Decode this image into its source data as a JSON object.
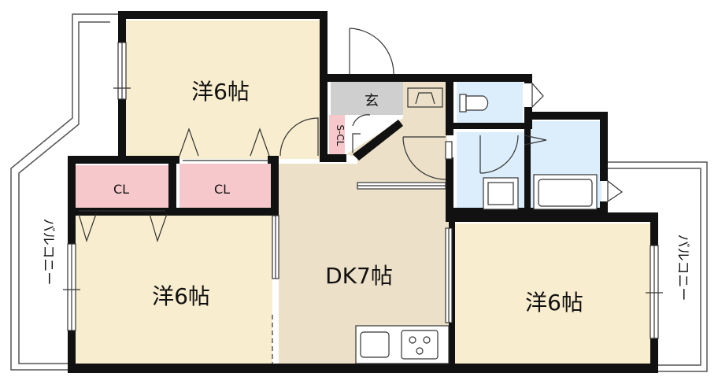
{
  "plan": {
    "rooms": {
      "western_top": "洋6帖",
      "western_left": "洋6帖",
      "western_right": "洋6帖",
      "dk": "DK7帖"
    },
    "closets": {
      "cl_left": "CL",
      "cl_right": "CL",
      "shoe_closet": "S-CL"
    },
    "entrance": "玄",
    "balcony_left": "バルコニー",
    "balcony_right": "バルコニー",
    "colors": {
      "western": "#f8edce",
      "dk": "#ece0c8",
      "closet": "#f6c8cb",
      "wet": "#dceefc",
      "entrance": "#cfcfcf",
      "wall": "#111111"
    }
  }
}
